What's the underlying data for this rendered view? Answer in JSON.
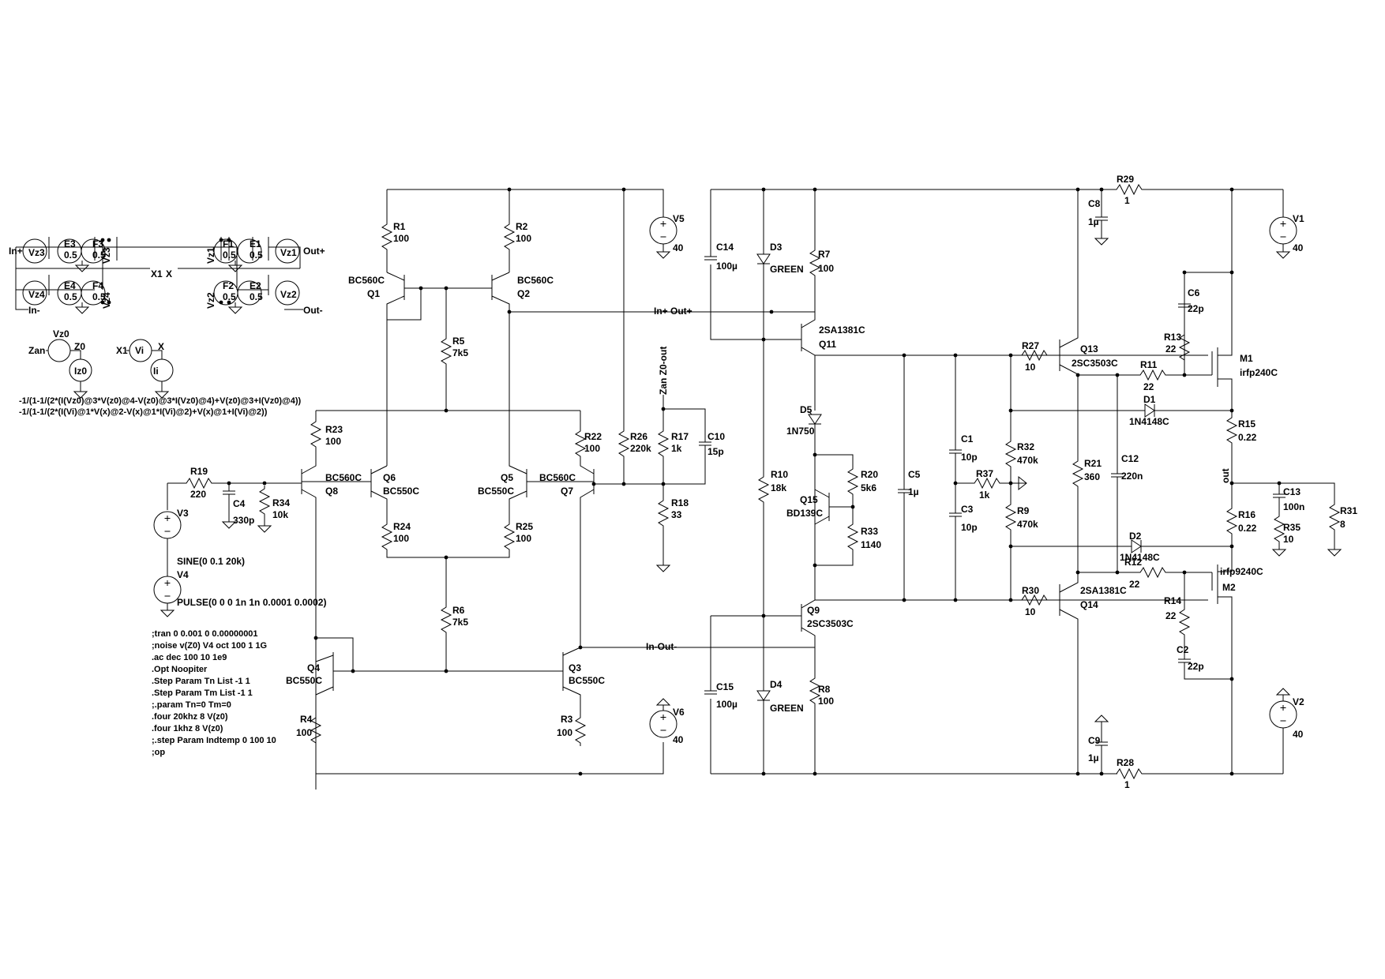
{
  "directives": {
    "spice": [
      ";tran 0 0.001 0 0.00000001",
      ";noise v(Z0) V4 oct 100 1 1G",
      ".ac dec 100 10 1e9",
      ".Opt Noopiter",
      ".Step Param Tn List -1 1",
      ".Step Param Tm List -1 1",
      ";.param Tn=0 Tm=0",
      ".four 20khz 8 V(z0)",
      ".four 1khz 8 V(z0)",
      ";.step Param Indtemp 0 100 10",
      ";op"
    ],
    "expr1": "-1/(1-1/(2*(I(Vz0)@3*V(z0)@4-V(z0)@3*I(Vz0)@4)+V(z0)@3+I(Vz0)@4))",
    "expr2": "-1/(1-1/(2*(I(Vi)@1*V(x)@2-V(x)@1*I(Vi)@2)+V(x)@1+I(Vi)@2))"
  },
  "labels": {
    "R1": "R1",
    "R1v": "100",
    "R2": "R2",
    "R2v": "100",
    "R3": "R3",
    "R3v": "100",
    "R4": "R4",
    "R4v": "100",
    "R5": "R5",
    "R5v": "7k5",
    "R6": "R6",
    "R6v": "7k5",
    "R7": "R7",
    "R7v": "100",
    "R8": "R8",
    "R8v": "100",
    "R9": "R9",
    "R9v": "470k",
    "R10": "R10",
    "R10v": "18k",
    "R11": "R11",
    "R11v": "22",
    "R12": "R12",
    "R12v": "22",
    "R13": "R13",
    "R13v": "22",
    "R14": "R14",
    "R14v": "22",
    "R15": "R15",
    "R15v": "0.22",
    "R16": "R16",
    "R16v": "0.22",
    "R17": "R17",
    "R17v": "1k",
    "R18": "R18",
    "R18v": "33",
    "R19": "R19",
    "R19v": "220",
    "R20": "R20",
    "R20v": "5k6",
    "R21": "R21",
    "R21v": "360",
    "R22": "R22",
    "R22v": "100",
    "R23": "R23",
    "R23v": "100",
    "R24": "R24",
    "R24v": "100",
    "R25": "R25",
    "R25v": "100",
    "R26": "R26",
    "R26v": "220k",
    "R27": "R27",
    "R27v": "10",
    "R28": "R28",
    "R28v": "1",
    "R29": "R29",
    "R29v": "1",
    "R30": "R30",
    "R30v": "10",
    "R31": "R31",
    "R31v": "8",
    "R32": "R32",
    "R32v": "470k",
    "R33": "R33",
    "R33v": "1140",
    "R34": "R34",
    "R34v": "10k",
    "R35": "R35",
    "R35v": "10",
    "R37": "R37",
    "R37v": "1k",
    "C1": "C1",
    "C1v": "10p",
    "C2": "C2",
    "C2v": "22p",
    "C3": "C3",
    "C3v": "10p",
    "C4": "C4",
    "C4v": "330p",
    "C5": "C5",
    "C5v": "1µ",
    "C6": "C6",
    "C6v": "22p",
    "C8": "C8",
    "C8v": "1µ",
    "C9": "C9",
    "C9v": "1µ",
    "C10": "C10",
    "C10v": "15p",
    "C12": "C12",
    "C12v": "220n",
    "C13": "C13",
    "C13v": "100n",
    "C14": "C14",
    "C14v": "100µ",
    "C15": "C15",
    "C15v": "100µ",
    "Q1": "Q1",
    "Q1m": "BC560C",
    "Q2": "Q2",
    "Q2m": "BC560C",
    "Q3": "Q3",
    "Q3m": "BC550C",
    "Q4": "Q4",
    "Q4m": "BC550C",
    "Q5": "Q5",
    "Q5m": "BC550C",
    "Q6": "Q6",
    "Q6m": "BC550C",
    "Q7": "Q7",
    "Q7m": "BC560C",
    "Q8": "Q8",
    "Q8m": "BC560C",
    "Q9": "Q9",
    "Q9m": "2SC3503C",
    "Q11": "Q11",
    "Q11m": "2SA1381C",
    "Q13": "Q13",
    "Q13m": "2SC3503C",
    "Q14": "Q14",
    "Q14m": "2SA1381C",
    "Q15": "Q15",
    "Q15m": "BD139C",
    "M1": "M1",
    "M1m": "irfp240C",
    "M2": "M2",
    "M2m": "irfp9240C",
    "D1": "D1",
    "D1m": "1N4148C",
    "D2": "D2",
    "D2m": "1N4148C",
    "D3": "D3",
    "D3m": "GREEN",
    "D4": "D4",
    "D4m": "GREEN",
    "D5": "D5",
    "D5m": "1N750",
    "V1": "V1",
    "V1v": "40",
    "V2": "V2",
    "V2v": "40",
    "V5": "V5",
    "V5v": "40",
    "V6": "V6",
    "V6v": "40",
    "V3": "V3",
    "V3v": "SINE(0 0.1 20k)",
    "V4": "V4",
    "V4v": "PULSE(0 0 0 1n 1n 0.0001 0.0002)",
    "E1": "E1",
    "E2": "E2",
    "E3": "E3",
    "E4": "E4",
    "F1": "F1",
    "F2": "F2",
    "F3": "F3",
    "F4": "F4",
    "half": "0.5",
    "Vz1": "Vz1",
    "Vz2": "Vz2",
    "Vz3": "Vz3",
    "Vz4": "Vz4",
    "Vz0": "Vz0",
    "Vi": "Vi",
    "Z0": "Z0",
    "Iz0": "Iz0",
    "Ii": "Ii",
    "Vz1n": "Vz1",
    "Vz2n": "Vz2",
    "Vz3n": "Vz3",
    "Vz4n": "Vz4",
    "in_plus": "In+",
    "in_minus": "In-",
    "out_plus": "Out+",
    "out_minus": "Out-",
    "x1": "X1",
    "x": "X",
    "zan": "Zan",
    "x1b": "X1",
    "xb": "X",
    "net_inp_outp": "In+ Out+",
    "net_in_out": "In-Out-",
    "net_zan": "Zan Z0-out",
    "net_out": "out"
  }
}
